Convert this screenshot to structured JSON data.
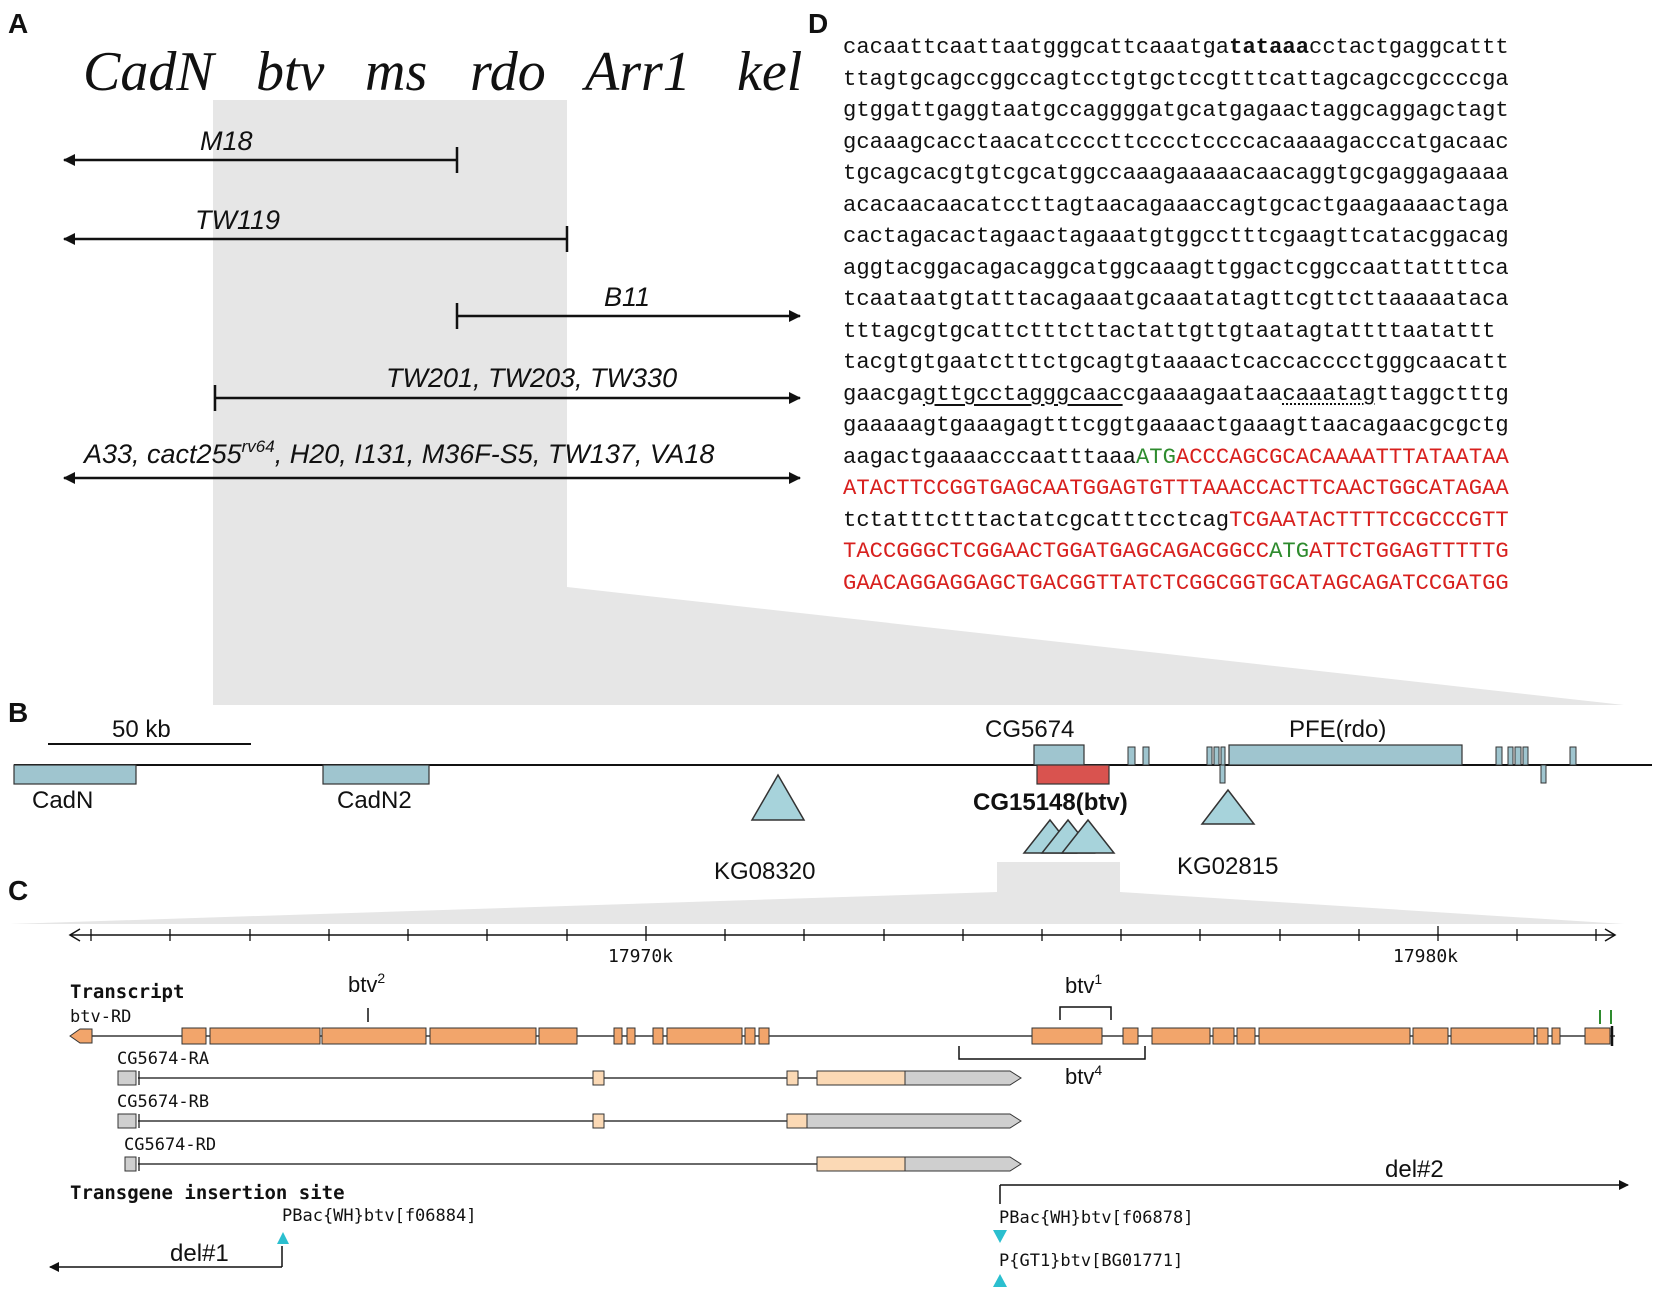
{
  "panel_labels": {
    "a": "A",
    "b": "B",
    "c": "C",
    "d": "D"
  },
  "panel_a": {
    "genes": [
      "CadN",
      "btv",
      "ms",
      "rdo",
      "Arr1",
      "kel"
    ],
    "deficiencies": [
      {
        "label": "M18",
        "direction": "left"
      },
      {
        "label": "TW119",
        "direction": "left"
      },
      {
        "label": "B11",
        "direction": "right"
      },
      {
        "label": "TW201, TW203, TW330",
        "direction": "right"
      },
      {
        "label_main": "A33, cact255",
        "label_sup": "rv64",
        "label_rest": ", H20, I131, M36F-S5, TW137, VA18",
        "direction": "both"
      }
    ]
  },
  "panel_b": {
    "scale_label": "50 kb",
    "genes": {
      "cadn": "CadN",
      "cadn2": "CadN2",
      "cg5674": "CG5674",
      "pfe": "PFE(rdo)",
      "btv": "CG15148(btv)"
    },
    "insertions": {
      "kg08320": "KG08320",
      "kg02815": "KG02815"
    },
    "colors": {
      "gene": "#9fc5cf",
      "btv": "#d9534f",
      "triangle": "#a7d3db"
    }
  },
  "panel_c": {
    "coords": {
      "c1": "17970k",
      "c2": "17980k"
    },
    "section_transcript": "Transcript",
    "section_insertion": "Transgene insertion site",
    "transcripts": {
      "btv": "btv-RD",
      "ra": "CG5674-RA",
      "rb": "CG5674-RB",
      "rd": "CG5674-RD"
    },
    "alleles": {
      "btv2": {
        "base": "btv",
        "sup": "2"
      },
      "btv1": {
        "base": "btv",
        "sup": "1"
      },
      "btv4": {
        "base": "btv",
        "sup": "4"
      }
    },
    "deletions": {
      "del1": "del#1",
      "del2": "del#2"
    },
    "transposons": {
      "f06884": "PBac{WH}btv[f06884]",
      "f06878": "PBac{WH}btv[f06878]",
      "bg01771": "P{GT1}btv[BG01771]"
    },
    "colors": {
      "exon": "#f2a56b",
      "utr_light": "#fbd9b5",
      "utr_gray": "#cfcfcf",
      "marker": "#2bbfcf"
    }
  },
  "panel_d": {
    "lines": [
      [
        {
          "t": "cacaattcaattaatgggcattcaaatga",
          "s": ""
        },
        {
          "t": "tataaa",
          "s": "bold"
        },
        {
          "t": "cctactgaggcattt",
          "s": ""
        }
      ],
      [
        {
          "t": "ttagtgcagccggccagtcctgtgctccgtttcattagcagccgccccga",
          "s": ""
        }
      ],
      [
        {
          "t": "gtggattgaggtaatgccaggggatgcatgagaactaggcaggagctagt",
          "s": ""
        }
      ],
      [
        {
          "t": "gcaaagcacctaacatccccttcccctccccacaaaagacccatgacaac",
          "s": ""
        }
      ],
      [
        {
          "t": "tgcagcacgtgtcgcatggccaaagaaaaacaacaggtgcgaggagaaaa",
          "s": ""
        }
      ],
      [
        {
          "t": "acacaacaacatccttagtaacagaaaccagtgcactgaagaaaactaga",
          "s": ""
        }
      ],
      [
        {
          "t": "cactagacactagaactagaaatgtggcctttcgaagttcatacggacag",
          "s": ""
        }
      ],
      [
        {
          "t": "aggtacggacagacaggcatggcaaagttggactcggccaattattttca",
          "s": ""
        }
      ],
      [
        {
          "t": "tcaataatgtatttacagaaatgcaaatatagttcgttcttaaaaataca",
          "s": ""
        }
      ],
      [
        {
          "t": "tttagcgtgcattctttcttactattgttgtaatagtattttaatattt",
          "s": ""
        }
      ],
      [
        {
          "t": "tacgtgtgaatctttctgcagtgtaaaactcaccacccctgggcaacatt",
          "s": ""
        }
      ],
      [
        {
          "t": "gaacga",
          "s": ""
        },
        {
          "t": "gttgcctagggcaac",
          "s": "ul"
        },
        {
          "t": "cgaaaagaataa",
          "s": ""
        },
        {
          "t": "caaatag",
          "s": "dul"
        },
        {
          "t": "ttaggctttg",
          "s": ""
        }
      ],
      [
        {
          "t": "gaaaaagtgaaagagtttcggtgaaaactgaaagttaacagaacgcgctg",
          "s": ""
        }
      ],
      [
        {
          "t": "aagactgaaaacccaatttaaa",
          "s": ""
        },
        {
          "t": "ATG",
          "s": "grn"
        },
        {
          "t": "ACCCAGCGCACAAAATTTATAATAA",
          "s": "red"
        }
      ],
      [
        {
          "t": "ATACTTCCGGTGAGCAATGGAGTGTTTAAACCACTTCAACTGGCATAGAA",
          "s": "red"
        }
      ],
      [
        {
          "t": "tctatttctttactatcgcatttcctcag",
          "s": ""
        },
        {
          "t": "TCGAATACTTTTCCGCCCGTT",
          "s": "red"
        }
      ],
      [
        {
          "t": "TACCGGGCTCGGAACTGGATGAGCAGACGGCC",
          "s": "red"
        },
        {
          "t": "ATG",
          "s": "grn"
        },
        {
          "t": "ATTCTGGAGTTTTTG",
          "s": "red"
        }
      ],
      [
        {
          "t": "GAACAGGAGGAGCTGACGGTTATCTCGGCGGTGCATAGCAGATCCGATGG",
          "s": "red"
        }
      ]
    ]
  }
}
